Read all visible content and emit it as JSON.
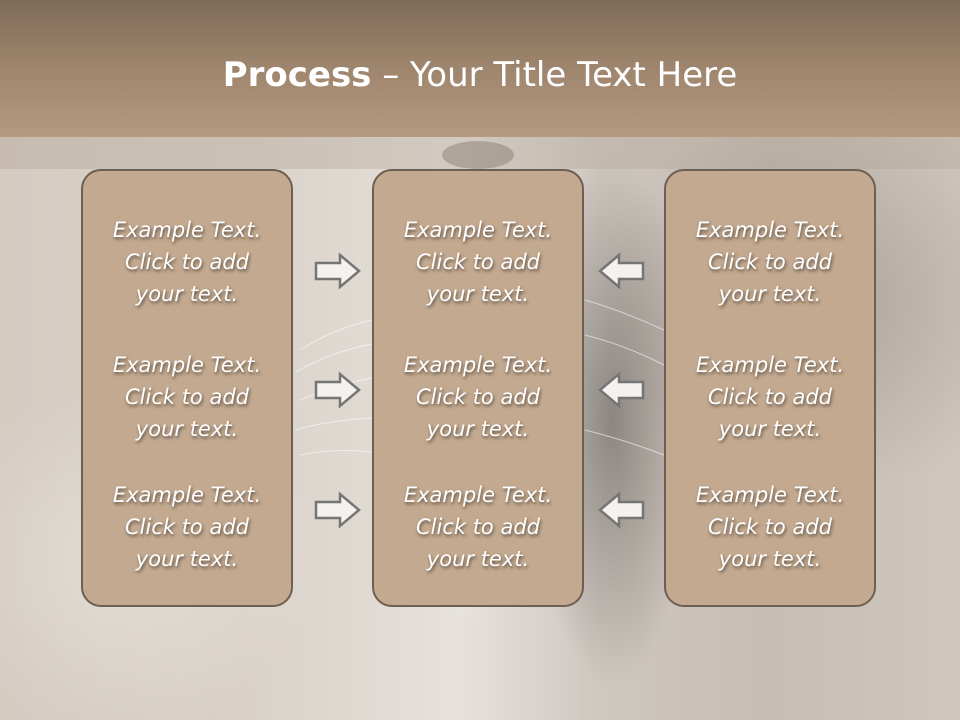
{
  "slide": {
    "title_bold": "Process",
    "title_rest": " – Your Title Text Here"
  },
  "columns": [
    {
      "blocks": [
        {
          "lines": [
            "Example Text.",
            "Click  to add",
            "your text."
          ]
        },
        {
          "lines": [
            "Example Text.",
            "Click  to add",
            "your text."
          ]
        },
        {
          "lines": [
            "Example Text.",
            "Click  to add",
            "your text."
          ]
        }
      ]
    },
    {
      "blocks": [
        {
          "lines": [
            "Example Text.",
            "Click  to add",
            "your text."
          ]
        },
        {
          "lines": [
            "Example Text.",
            "Click  to add",
            "your text."
          ]
        },
        {
          "lines": [
            "Example Text.",
            "Click  to add",
            "your text."
          ]
        }
      ]
    },
    {
      "blocks": [
        {
          "lines": [
            "Example Text.",
            "Click  to add",
            "your text."
          ]
        },
        {
          "lines": [
            "Example Text.",
            "Click  to add",
            "your text."
          ]
        },
        {
          "lines": [
            "Example Text.",
            "Click  to add",
            "your text."
          ]
        }
      ]
    }
  ],
  "arrows": {
    "left_group": "right-arrow-icon",
    "right_group": "left-arrow-icon"
  },
  "colors": {
    "header": "#9c836b",
    "box_fill": "#c3a98f",
    "box_border": "#6d5f52",
    "text": "#ffffff"
  }
}
